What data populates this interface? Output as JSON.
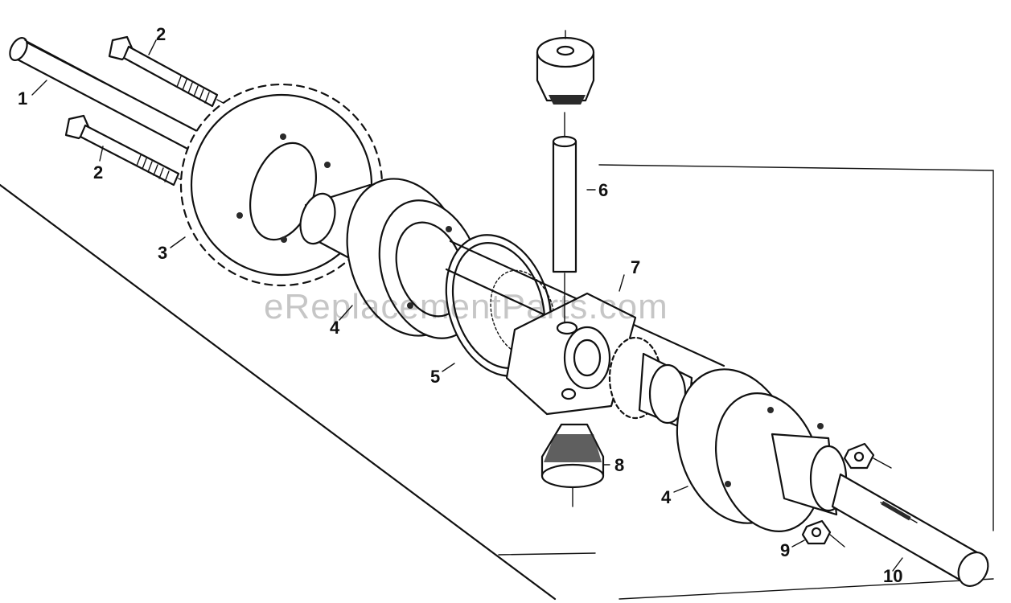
{
  "diagram": {
    "callouts": [
      "1",
      "2",
      "2",
      "3",
      "4",
      "5",
      "6",
      "7",
      "8",
      "4",
      "9",
      "10"
    ],
    "watermark": "eReplacementParts.com"
  }
}
